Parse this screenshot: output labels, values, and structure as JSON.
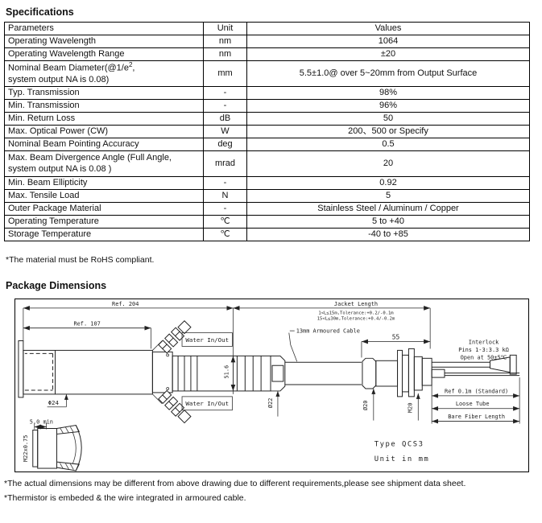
{
  "specifications": {
    "title": "Specifications",
    "headers": {
      "param": "Parameters",
      "unit": "Unit",
      "values": "Values"
    },
    "rows": [
      {
        "param": "Operating Wavelength",
        "unit": "nm",
        "value": "1064"
      },
      {
        "param": "Operating Wavelength Range",
        "unit": "nm",
        "value": "±20"
      },
      {
        "param": "Nominal Beam Diameter(@1/e",
        "param_sup": "2",
        "param_tail": ",",
        "param2": "system output  NA is 0.08)",
        "unit": "mm",
        "value": "5.5±1.0@ over 5~20mm from Output Surface"
      },
      {
        "param": "Typ. Transmission",
        "unit": "-",
        "value": "98%"
      },
      {
        "param": "Min. Transmission",
        "unit": "-",
        "value": "96%"
      },
      {
        "param": "Min. Return Loss",
        "unit": "dB",
        "value": "50"
      },
      {
        "param": "Max. Optical Power (CW)",
        "unit": "W",
        "value": "200、500 or Specify"
      },
      {
        "param": "Nominal Beam Pointing Accuracy",
        "unit": "deg",
        "value": "0.5"
      },
      {
        "param": "Max. Beam Divergence Angle (Full Angle,",
        "param2": "system output  NA is 0.08 )",
        "unit": "mrad",
        "value": "20"
      },
      {
        "param": "Min. Beam Ellipticity",
        "unit": "-",
        "value": "0.92"
      },
      {
        "param": "Max. Tensile Load",
        "unit": "N",
        "value": "5"
      },
      {
        "param": "Outer Package Material",
        "unit": "-",
        "value": "Stainless Steel / Aluminum / Copper"
      },
      {
        "param": "Operating Temperature",
        "unit": "℃",
        "value": "5 to +40"
      },
      {
        "param": "Storage Temperature",
        "unit": "℃",
        "value": "-40 to +85"
      }
    ]
  },
  "notes": {
    "rohs": "*The material must be RoHS compliant.",
    "dims": "*The actual dimensions may be different from above drawing due to different requirements,please see shipment data sheet.",
    "thermistor": "*Thermistor is embeded & the wire integrated in armoured cable."
  },
  "package": {
    "title": "Package Dimensions",
    "labels": {
      "ref204": "Ref. 204",
      "ref107": "Ref. 107",
      "jacket": "Jacket Length",
      "tol1": "1<L≤15m,Tolerance:+0.2/-0.1m",
      "tol2": "15<L≤30m,Tolerance:+0.4/-0.2m",
      "armoured": "13mm Armoured Cable",
      "d55": "55",
      "water": "Water In/Out",
      "d516": "51.6",
      "d24": "Φ24",
      "d22": "Ø22",
      "d20": "Ø20",
      "m20": "M20",
      "interlock1": "Interlock",
      "interlock2": "Pins 1-3:3.3 kΩ",
      "interlock3": "Open at 50±5℃",
      "ref01m": "Ref 0.1m (Standard)",
      "loose": "Loose Tube",
      "bare": "Bare Fiber Length",
      "type": "Type QCS3",
      "unitmm": "Unit in mm",
      "min50": "5.0 min",
      "m22": "M22x0.75"
    }
  }
}
